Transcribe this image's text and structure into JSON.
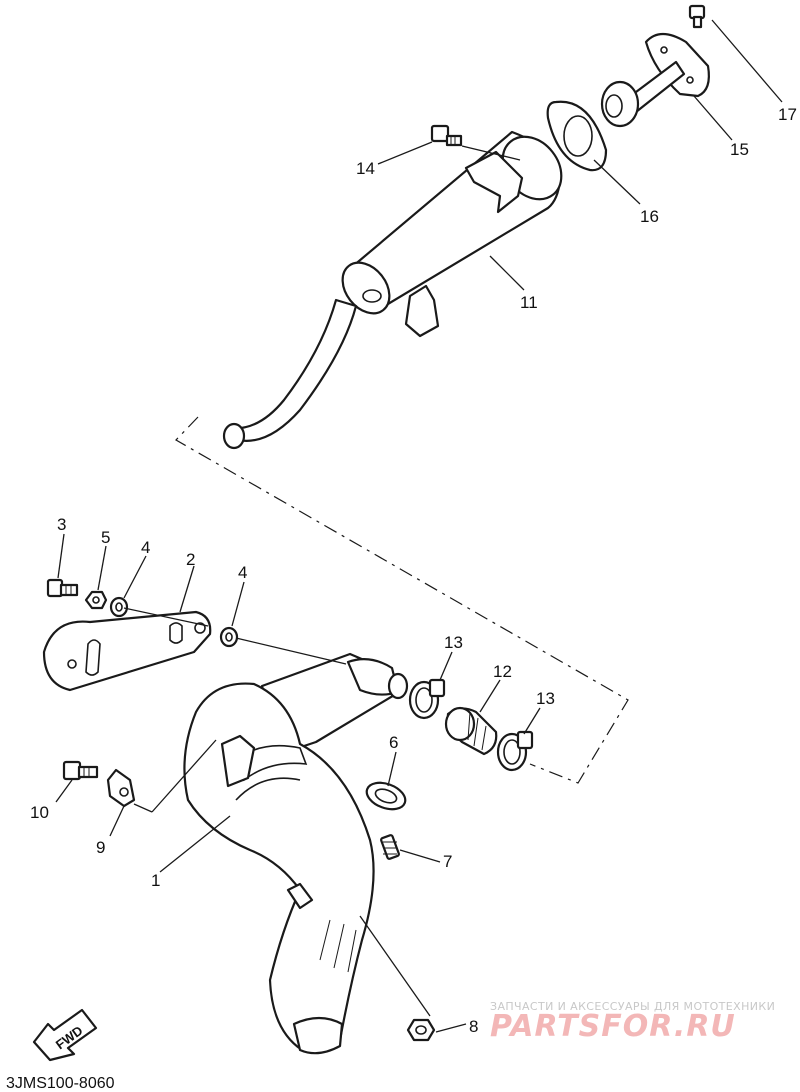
{
  "diagram": {
    "callouts": [
      {
        "id": "c1",
        "label": "1"
      },
      {
        "id": "c2",
        "label": "2"
      },
      {
        "id": "c3",
        "label": "3"
      },
      {
        "id": "c4a",
        "label": "4"
      },
      {
        "id": "c4b",
        "label": "4"
      },
      {
        "id": "c5",
        "label": "5"
      },
      {
        "id": "c6",
        "label": "6"
      },
      {
        "id": "c7",
        "label": "7"
      },
      {
        "id": "c8",
        "label": "8"
      },
      {
        "id": "c9",
        "label": "9"
      },
      {
        "id": "c10",
        "label": "10"
      },
      {
        "id": "c11",
        "label": "11"
      },
      {
        "id": "c12",
        "label": "12"
      },
      {
        "id": "c13a",
        "label": "13"
      },
      {
        "id": "c13b",
        "label": "13"
      },
      {
        "id": "c14",
        "label": "14"
      },
      {
        "id": "c15",
        "label": "15"
      },
      {
        "id": "c16",
        "label": "16"
      },
      {
        "id": "c17",
        "label": "17"
      }
    ],
    "fwd_label": "FWD",
    "diagram_code": "3JMS100-8060"
  },
  "watermark": {
    "tagline": "ЗАПЧАСТИ И АКСЕССУАРЫ ДЛЯ МОТОТЕХНИКИ",
    "brand": "PARTSFOR.RU",
    "brand_color": "#f3b7b7"
  }
}
